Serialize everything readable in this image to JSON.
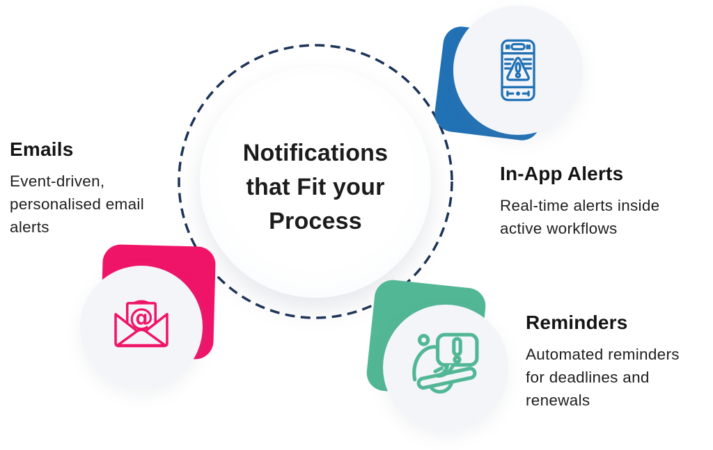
{
  "title": "Notifications that Fit your Process",
  "center": {
    "title": "Notifications\nthat Fit your\nProcess"
  },
  "features": [
    {
      "id": "emails",
      "title": "Emails",
      "description": "Event-driven,\npersonalised email\nalerts",
      "accent_color": "#F01469",
      "icon": "envelope-at-icon"
    },
    {
      "id": "in-app-alerts",
      "title": "In-App Alerts",
      "description": "Real-time alerts inside\nactive workflows",
      "accent_color": "#2171B5",
      "icon": "phone-warning-icon"
    },
    {
      "id": "reminders",
      "title": "Reminders",
      "description": "Automated reminders\nfor deadlines and\nrenewals",
      "accent_color": "#52B795",
      "icon": "bell-alert-icon"
    }
  ],
  "colors": {
    "dashed_ring": "#1C3358",
    "icon_circle_bg": "#F3F5F9",
    "heading_text": "#141414",
    "body_text": "#1E1E1E",
    "background": "#FFFFFF"
  }
}
